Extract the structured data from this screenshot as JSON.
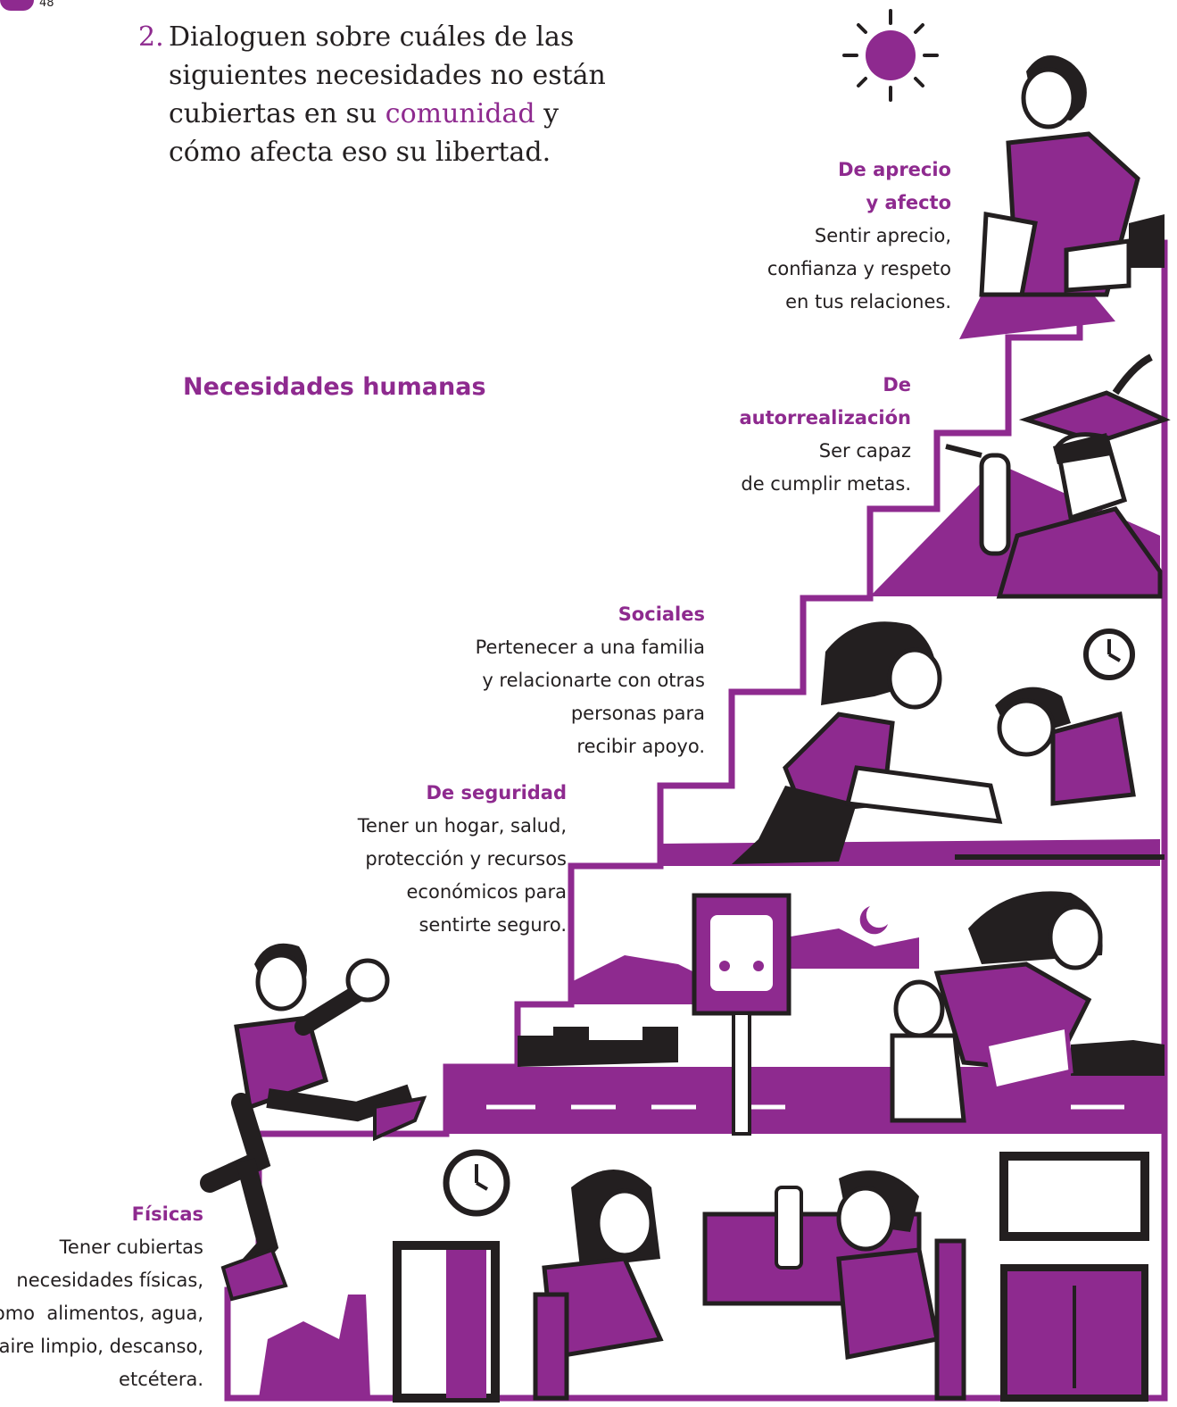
{
  "page": {
    "number": "48"
  },
  "activity": {
    "number": "2.",
    "text_before": "Dialoguen sobre cuáles de las siguientes necesidades no están cubiertas en su ",
    "highlight": "comunidad",
    "text_after": " y cómo afecta eso su libertad."
  },
  "section_title": "Necesidades humanas",
  "needs": {
    "aprecio": {
      "title_1": "De aprecio",
      "title_2": "y afecto",
      "desc_1": "Sentir aprecio,",
      "desc_2": "confianza y respeto",
      "desc_3": "en tus relaciones."
    },
    "autorrealizacion": {
      "title_1": "De",
      "title_2": "autorrealización",
      "desc_1": "Ser capaz",
      "desc_2": "de cumplir metas."
    },
    "sociales": {
      "title": "Sociales",
      "desc_1": "Pertenecer a una familia",
      "desc_2": "y relacionarte con otras",
      "desc_3": "personas para",
      "desc_4": "recibir apoyo."
    },
    "seguridad": {
      "title": "De seguridad",
      "desc_1": "Tener un hogar, salud,",
      "desc_2": "protección y recursos",
      "desc_3": "económicos para",
      "desc_4": "sentirte seguro."
    },
    "fisicas": {
      "title": "Físicas",
      "desc_1": "Tener cubiertas",
      "desc_2": "necesidades físicas,",
      "desc_3": "como  alimentos, agua,",
      "desc_4": "aire limpio, descanso,",
      "desc_5": "etcétera."
    }
  },
  "colors": {
    "accent": "#8e2a8f",
    "ink": "#231f20"
  }
}
